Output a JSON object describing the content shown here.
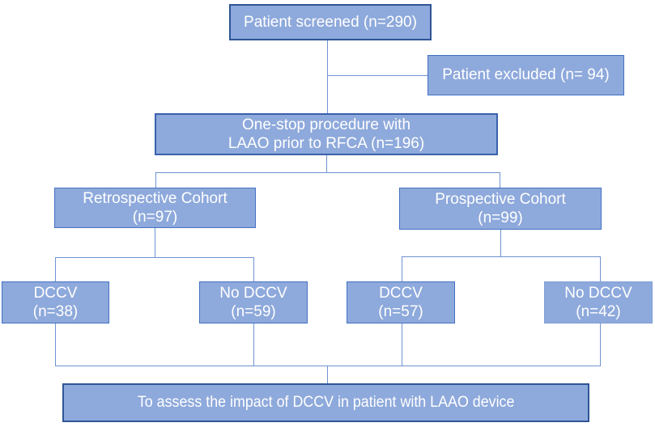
{
  "figure": {
    "description": "Patient flow diagram",
    "colors": {
      "background": "#ffffff",
      "box_fill": "#8EA9DB",
      "border_dark": "#2F5597",
      "border_med": "#4472C4",
      "connector": "#6E93D1",
      "text_color": "#ffffff"
    },
    "nodes": {
      "screened": {
        "line1": "Patient screened (n=290)"
      },
      "excluded": {
        "line1": "Patient excluded (n= 94)"
      },
      "onestop": {
        "line1": "One-stop procedure with",
        "line2": "LAAO prior to RFCA (n=196)"
      },
      "retrospective": {
        "line1": "Retrospective Cohort",
        "line2": "(n=97)"
      },
      "prospective": {
        "line1": "Prospective Cohort",
        "line2": "(n=99)"
      },
      "retro_dccv": {
        "line1": "DCCV",
        "line2": "(n=38)"
      },
      "retro_no_dccv": {
        "line1": "No DCCV",
        "line2": "(n=59)"
      },
      "pro_dccv": {
        "line1": "DCCV",
        "line2": "(n=57)"
      },
      "pro_no_dccv": {
        "line1": "No DCCV",
        "line2": "(n=42)"
      },
      "assess": {
        "line1": "To assess the impact of DCCV in patient with LAAO device"
      }
    }
  }
}
